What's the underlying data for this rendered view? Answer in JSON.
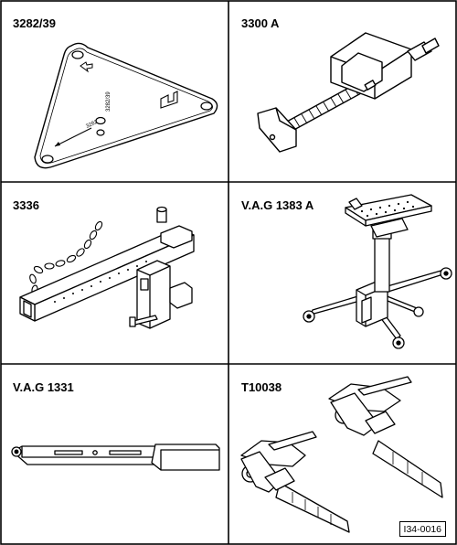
{
  "tools": [
    {
      "label": "3282/39",
      "icon": "triangular-adapter-plate"
    },
    {
      "label": "3300 A",
      "icon": "clamping-spindle"
    },
    {
      "label": "3336",
      "icon": "support-bracket-with-chain"
    },
    {
      "label": "V.A.G 1383 A",
      "icon": "engine-gearbox-jack"
    },
    {
      "label": "V.A.G 1331",
      "icon": "torque-wrench"
    },
    {
      "label": "T10038",
      "icon": "tensioning-straps"
    }
  ],
  "plate_text": {
    "a": "3282/39",
    "b": "3282"
  },
  "figure_code": "I34-0016"
}
